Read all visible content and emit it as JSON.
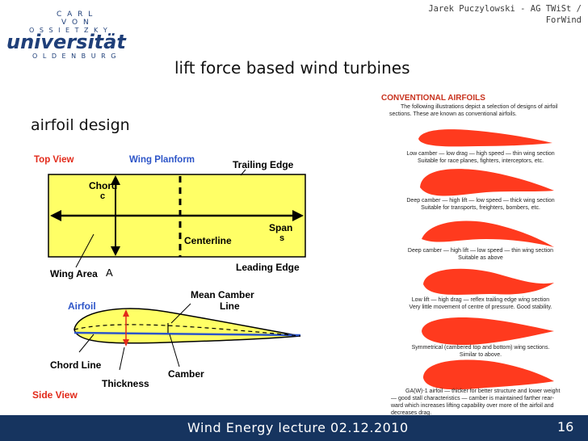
{
  "logo": {
    "line1": "C A R L",
    "line2": "V O N",
    "line3": "O S S I E T Z K Y",
    "main": "universität",
    "city": "O L D E N B U R G"
  },
  "header": {
    "author_line1": "Jarek Puczylowski - AG TWiSt /",
    "author_line2": "ForWind"
  },
  "slide": {
    "title": "lift force based wind turbines",
    "subtitle": "airfoil design"
  },
  "diagram": {
    "top_view": "Top View",
    "wing_planform": "Wing Planform",
    "trailing_edge": "Trailing Edge",
    "chord": "Chord",
    "chord_symbol": "c",
    "span": "Span",
    "span_symbol": "s",
    "centerline": "Centerline",
    "leading_edge": "Leading Edge",
    "wing_area": "Wing Area",
    "wing_area_symbol": "A",
    "mean_camber_line_1": "Mean Camber",
    "mean_camber_line_2": "Line",
    "airfoil": "Airfoil",
    "chord_line": "Chord Line",
    "thickness": "Thickness",
    "camber": "Camber",
    "side_view": "Side View"
  },
  "airfoils": {
    "title": "CONVENTIONAL AIRFOILS",
    "intro_1": "The following illustrations depict a selection of designs of airfoil",
    "intro_2": "sections. These are known as conventional airfoils.",
    "items": [
      {
        "line1": "Low camber — low drag — high speed — thin wing section",
        "line2": "Suitable for race planes, fighters, interceptors, etc."
      },
      {
        "line1": "Deep camber — high lift — low speed — thick wing section",
        "line2": "Suitable for transports, freighters, bombers, etc."
      },
      {
        "line1": "Deep camber — high lift — low speed — thin wing section",
        "line2": "Suitable as above"
      },
      {
        "line1": "Low lift — high drag — reflex trailing edge wing section",
        "line2": "Very little movement of centre of pressure. Good stability."
      },
      {
        "line1": "Symmetrical (cambered top and bottom) wing sections.",
        "line2": "Similar to above."
      },
      {
        "line1": "GA(W)-1 airfoil — thicker for better structure and lower weight",
        "line2": "— good stall characteristics — camber is maintained farther rear-",
        "line3": "ward which increases lifting capability over more of the airfoil and",
        "line4": "decreases drag."
      }
    ]
  },
  "footer": {
    "lecture": "Wind Energy lecture 02.12.2010",
    "page": "16"
  },
  "colors": {
    "footer_bg": "#16345f",
    "logo_blue": "#1f3f79",
    "wing_yellow": "#ffff66",
    "airfoil_red": "#ff3a1e",
    "label_red": "#e22a1a",
    "label_blue": "#2d55c8"
  }
}
